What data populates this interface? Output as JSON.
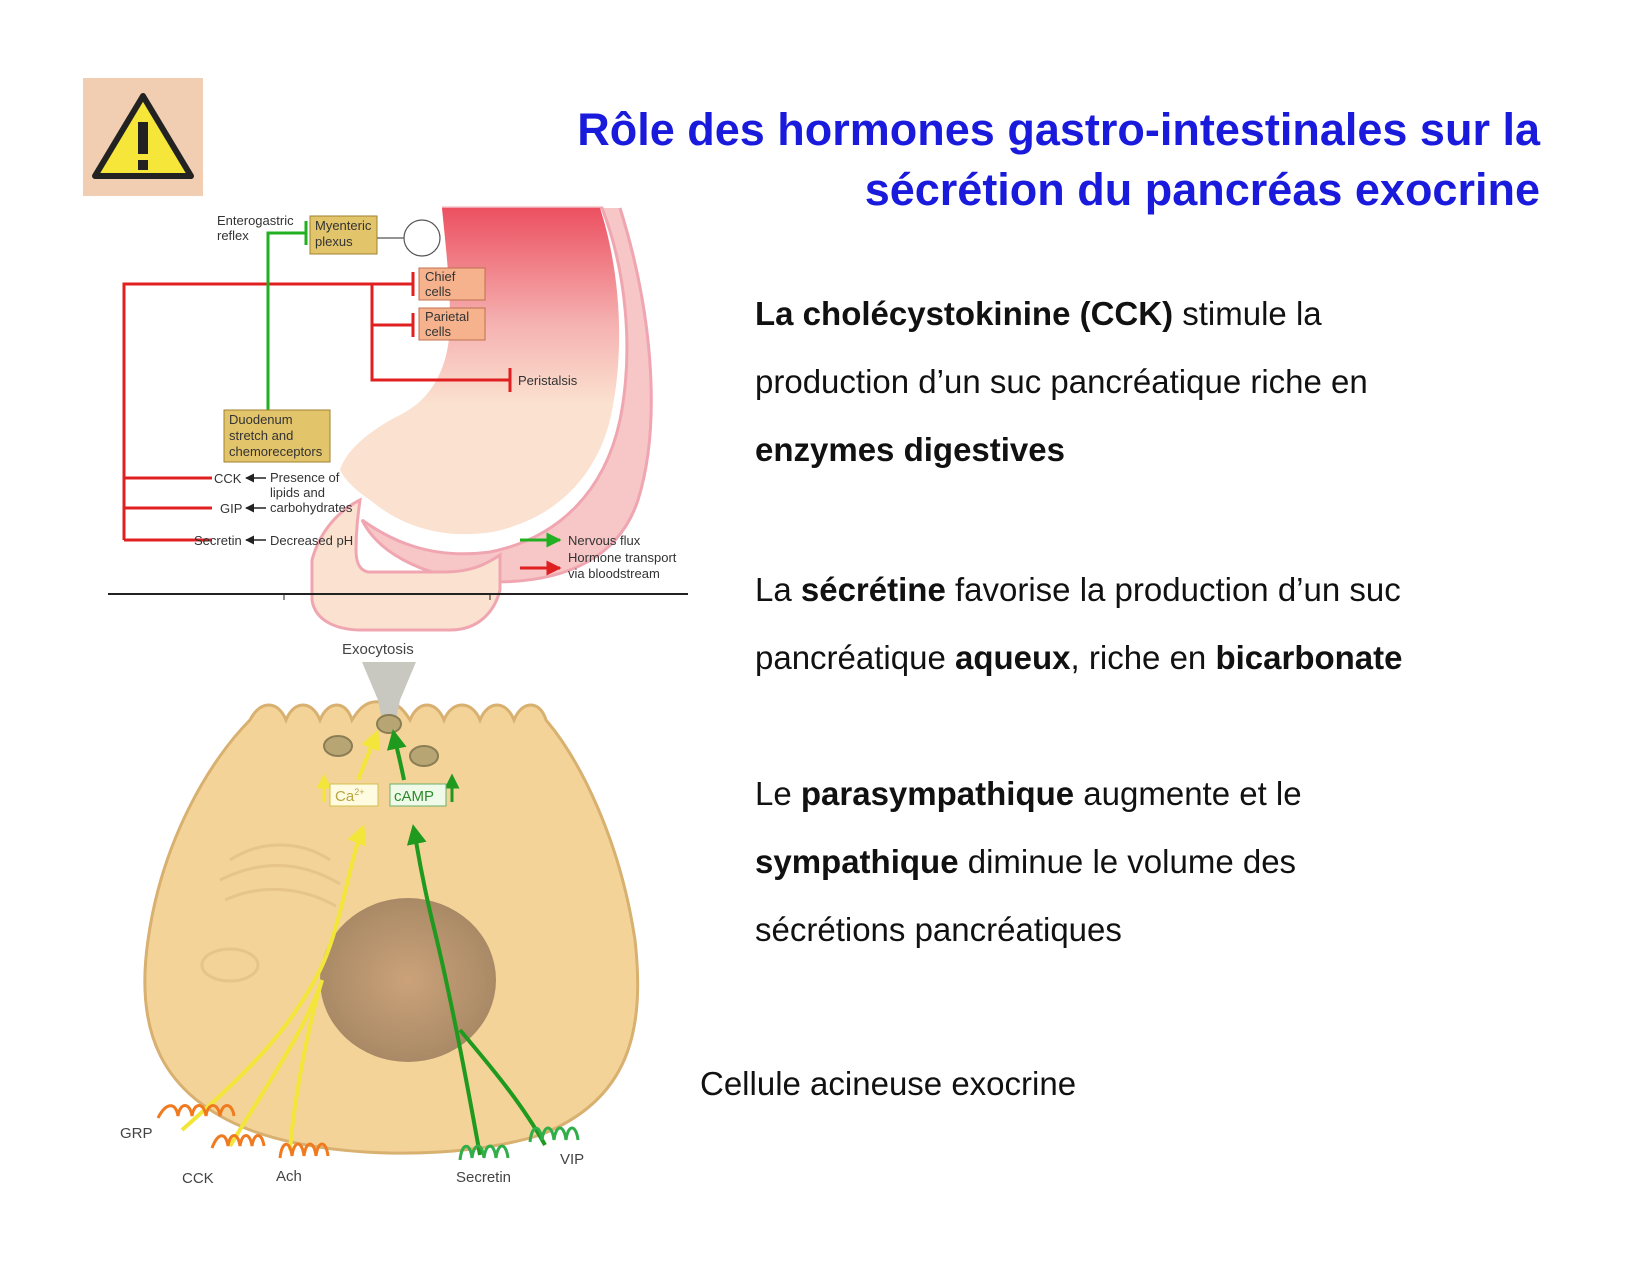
{
  "title_line1": "Rôle des hormones gastro-intestinales sur la",
  "title_line2": "sécrétion du pancréas exocrine",
  "p1": {
    "a": "La cholécystokinine (CCK)",
    "b": " stimule la",
    "c": "production d’un suc pancréatique riche en",
    "d": "enzymes digestives"
  },
  "p2": {
    "a": "La ",
    "b": "sécrétine",
    "c": " favorise la production d’un suc",
    "d": "pancréatique ",
    "e": "aqueux",
    "f": ", riche en ",
    "g": "bicarbonate"
  },
  "p3": {
    "a": "Le ",
    "b": "parasympathique",
    "c": " augmente et le",
    "d": "sympathique",
    "e": " diminue le volume des",
    "f": "sécrétions pancréatiques"
  },
  "caption": "Cellule acineuse exocrine",
  "icons": {
    "warning": "warning-triangle-icon"
  },
  "colors": {
    "title": "#1a1adc",
    "hormone_arrow": "#e02020",
    "nervous_arrow": "#22b022",
    "label_box": "#e2c46a",
    "cell": "#f4d398"
  },
  "stomach": {
    "enterogastric_line1": "Enterogastric",
    "enterogastric_line2": "reflex",
    "myenteric_line1": "Myenteric",
    "myenteric_line2": "plexus",
    "chief_line1": "Chief",
    "chief_line2": "cells",
    "parietal_line1": "Parietal",
    "parietal_line2": "cells",
    "peristalsis": "Peristalsis",
    "duodenum_line1": "Duodenum",
    "duodenum_line2": "stretch and",
    "duodenum_line3": "chemoreceptors",
    "cck": "CCK",
    "gip": "GIP",
    "secretin": "Secretin",
    "presence_line1": "Presence of",
    "presence_line2": "lipids and",
    "presence_line3": "carbohydrates",
    "decreased_ph": "Decreased pH",
    "legend_nervous": "Nervous flux",
    "legend_hormone_line1": "Hormone transport",
    "legend_hormone_line2": "via bloodstream"
  },
  "cell": {
    "exocytosis": "Exocytosis",
    "ca_base": "Ca",
    "ca_sup": "2+",
    "camp": "cAMP",
    "grp": "GRP",
    "cck": "CCK",
    "ach": "Ach",
    "secretin": "Secretin",
    "vip": "VIP"
  }
}
